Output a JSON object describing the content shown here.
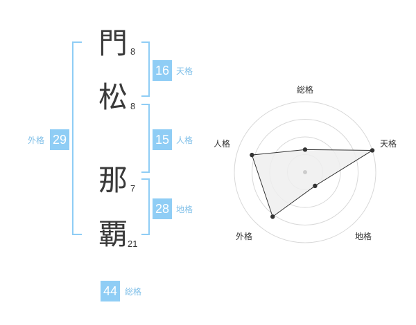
{
  "name": {
    "chars": [
      {
        "char": "門",
        "strokes": "8"
      },
      {
        "char": "松",
        "strokes": "8"
      },
      {
        "char": "那",
        "strokes": "7"
      },
      {
        "char": "覇",
        "strokes": "21"
      }
    ]
  },
  "fortune": {
    "tenkaku": {
      "value": "16",
      "label": "天格"
    },
    "jinkaku": {
      "value": "15",
      "label": "人格"
    },
    "chikaku": {
      "value": "28",
      "label": "地格"
    },
    "gaikaku": {
      "value": "29",
      "label": "外格"
    },
    "soukaku": {
      "value": "44",
      "label": "総格"
    }
  },
  "chart_data": {
    "type": "radar",
    "axes": [
      "総格",
      "天格",
      "地格",
      "外格",
      "人格"
    ],
    "values": [
      0.32,
      1.0,
      0.24,
      0.78,
      0.79
    ],
    "rings": 4,
    "colors": {
      "fill": "#efefef",
      "line": "#333333",
      "rings": "#d8d8d8"
    }
  }
}
